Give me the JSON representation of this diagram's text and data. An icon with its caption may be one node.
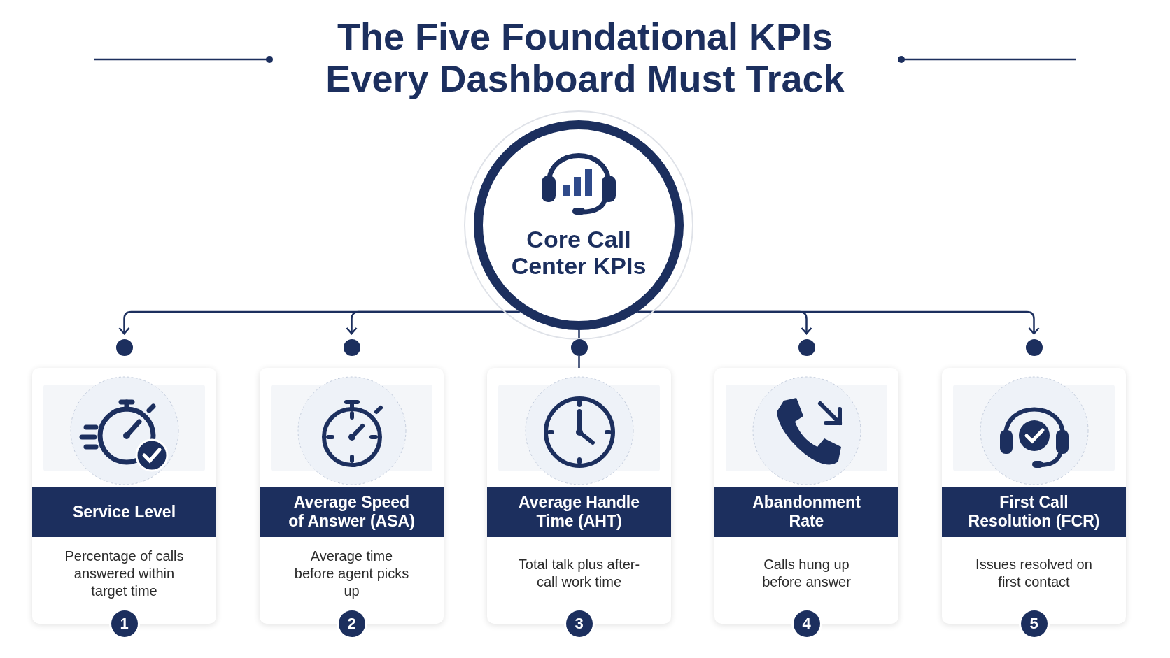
{
  "diagram": {
    "title": "The Five Foundational KPIs Every Dashboard Must Track",
    "nodes": [
      {
        "text": [
          "Core Call Center KPIs"
        ]
      },
      {
        "text": [],
        "shape": "circle"
      },
      {
        "text": [],
        "shape": "circle"
      },
      {
        "text": [],
        "shape": "circle"
      },
      {
        "text": [],
        "shape": "circle"
      },
      {
        "text": [],
        "shape": "circle"
      },
      {
        "text": [
          "Service Level",
          "Percentage of calls answered within target time",
          "1"
        ]
      },
      {
        "text": [
          "Average Speed of Answer (ASA)",
          "Average time before agent picks up",
          "2"
        ]
      },
      {
        "text": [
          "Average Handle Time (AHT)",
          "Total talk plus after-call work time",
          "3"
        ]
      },
      {
        "text": [
          "Abandonment Rate",
          "Calls hung up before answer",
          "4"
        ]
      },
      {
        "text": [
          "First Call Resolution (FCR)",
          "Issues resolved on first contact",
          "5"
        ]
      }
    ],
    "edges": [
      {
        "from": 0,
        "to": 1,
        "arrow": "to"
      },
      {
        "from": 0,
        "to": 2,
        "arrow": "to"
      },
      {
        "from": 0,
        "to": 3,
        "arrow": "none"
      },
      {
        "from": 0,
        "to": 4,
        "arrow": "to"
      },
      {
        "from": 0,
        "to": 5,
        "arrow": "to"
      },
      {
        "from": 3,
        "to": 8,
        "arrow": "none"
      }
    ]
  }
}
